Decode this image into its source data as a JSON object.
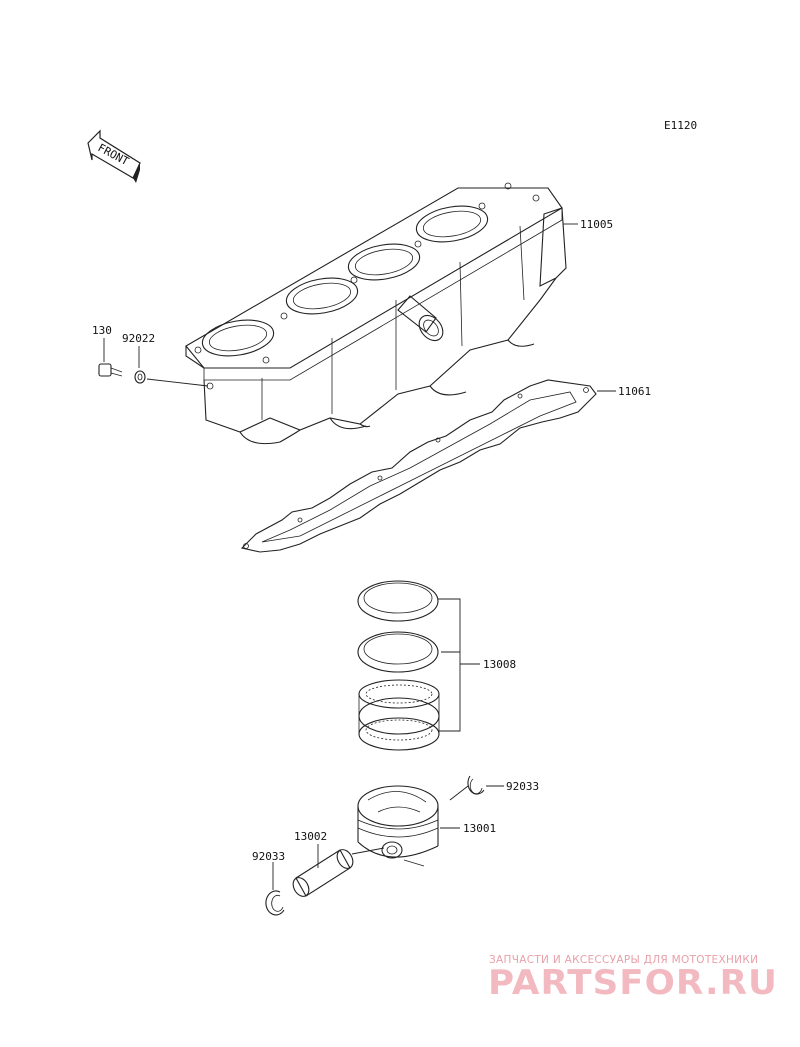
{
  "diagram": {
    "code": "E1120",
    "front_label": "FRONT",
    "parts": {
      "cylinder": "11005",
      "gasket": "11061",
      "bolt": "130",
      "washer": "92022",
      "rings": "13008",
      "piston": "13001",
      "pin": "13002",
      "clip_right": "92033",
      "clip_left": "92033"
    }
  },
  "watermark": {
    "tagline": "ЗАПЧАСТИ И АКСЕССУАРЫ ДЛЯ МОТОТЕХНИКИ",
    "brand": "PARTSFOR.RU"
  }
}
